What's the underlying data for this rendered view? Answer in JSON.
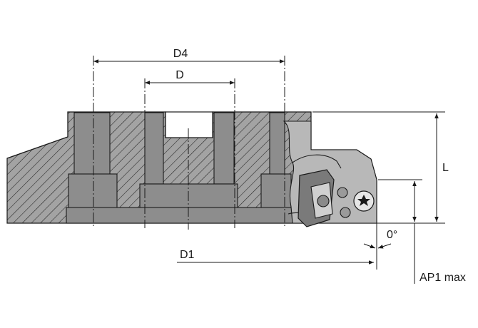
{
  "labels": {
    "d4": "D4",
    "d": "D",
    "l": "L",
    "d1": "D1",
    "angle": "0°",
    "ap1": "AP1 max"
  }
}
